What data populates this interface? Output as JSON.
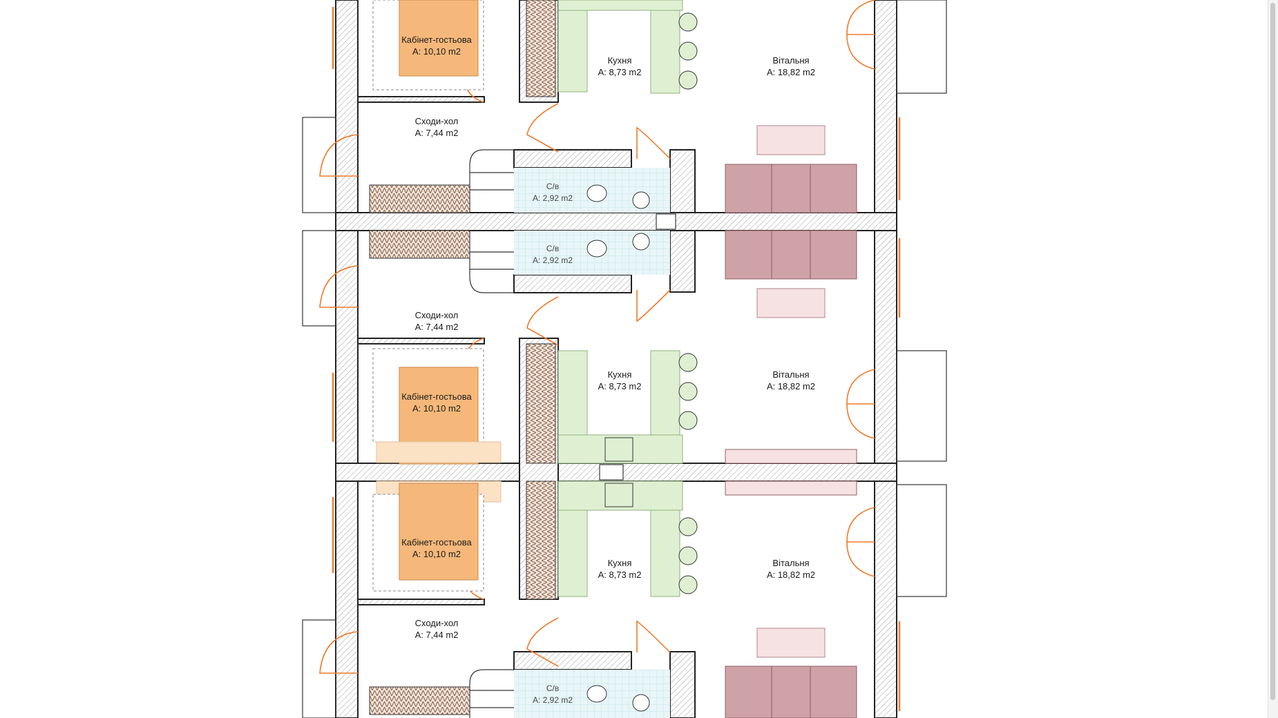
{
  "plan": {
    "rooms": [
      {
        "id": "kab1",
        "name": "Кабінет-гостьова",
        "area": "A: 10,10 m2"
      },
      {
        "id": "kux1",
        "name": "Кухня",
        "area": "A: 8,73 m2"
      },
      {
        "id": "vit1",
        "name": "Вітальня",
        "area": "A: 18,82 m2"
      },
      {
        "id": "hol1",
        "name": "Сходи-хол",
        "area": "A: 7,44 m2"
      },
      {
        "id": "wc1",
        "name": "С/в",
        "area": "A: 2,92 m2"
      },
      {
        "id": "wc2",
        "name": "С/в",
        "area": "A: 2,92 m2"
      },
      {
        "id": "hol2",
        "name": "Сходи-хол",
        "area": "A: 7,44 m2"
      },
      {
        "id": "kux2",
        "name": "Кухня",
        "area": "A: 8,73 m2"
      },
      {
        "id": "vit2",
        "name": "Вітальня",
        "area": "A: 18,82 m2"
      },
      {
        "id": "kab2",
        "name": "Кабінет-гостьова",
        "area": "A: 10,10 m2"
      },
      {
        "id": "kab3",
        "name": "Кабінет-гостьова",
        "area": "A: 10,10 m2"
      },
      {
        "id": "kux3",
        "name": "Кухня",
        "area": "A: 8,73 m2"
      },
      {
        "id": "vit3",
        "name": "Вітальня",
        "area": "A: 18,82 m2"
      },
      {
        "id": "hol3",
        "name": "Сходи-хол",
        "area": "A: 7,44 m2"
      },
      {
        "id": "wc3",
        "name": "С/в",
        "area": "A: 2,92 m2"
      }
    ],
    "colors": {
      "bed": "#f5b87a",
      "bed_border": "#c7874a",
      "kitchen": "#dff0d2",
      "kitchen_border": "#8fb07d",
      "sofa": "#cfa2a8",
      "rug": "#f6e1e3",
      "door": "#f07a2a",
      "wardrobe": "#c9a98e",
      "tile": "#e3f4f6"
    }
  }
}
